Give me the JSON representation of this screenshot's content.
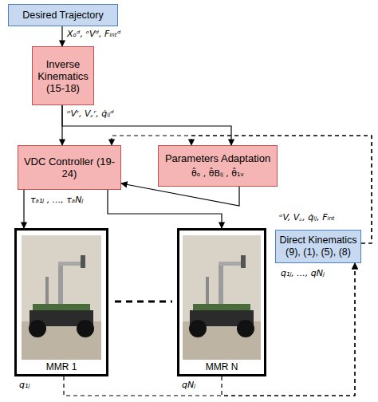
{
  "diagram": {
    "nodes": [
      {
        "text": [
          "Desired Trajectory"
        ]
      },
      {
        "text": [
          "Inverse Kinematics (15-18)"
        ]
      },
      {
        "text": [
          "VDC Controller (19-24)"
        ]
      },
      {
        "text": [
          "Parameters Adaptation",
          "θ̂ₒ , θ̂Bᵢⱼ , θ̂₁ᵥ"
        ]
      },
      {
        "text": [
          "Direct Kinematics (9), (1), (5), (8)"
        ]
      },
      {
        "text": [
          "MMR 1"
        ]
      },
      {
        "text": [
          "MMR N"
        ]
      }
    ],
    "edges": [
      {
        "from": 0,
        "to": 1,
        "arrow": "to"
      },
      {
        "from": 1,
        "to": 2,
        "arrow": "to"
      },
      {
        "from": 1,
        "to": 3,
        "arrow": "to"
      },
      {
        "from": 3,
        "to": 2,
        "arrow": "to"
      },
      {
        "from": 4,
        "to": 2,
        "arrow": "to"
      },
      {
        "from": 4,
        "to": 3,
        "arrow": "to"
      },
      {
        "from": 2,
        "to": 5,
        "arrow": "to"
      },
      {
        "from": 2,
        "to": 6,
        "arrow": "to"
      },
      {
        "from": 5,
        "to": 4,
        "arrow": "to"
      },
      {
        "from": 6,
        "to": 4,
        "arrow": "to"
      }
    ],
    "labels": [
      "Xₒᵈ, ᵒVᵈ, Fᵢₙₜᵈ",
      "ᵒVʳ, V꜀ʳ, q̇ᵢⱼᵈ",
      "τₐ₁ⱼ , ..., τₐNⱼ",
      "ᵒV, V꜀, q̇ᵢⱼ, Fᵢₙₜ",
      "q₁ⱼ, ..., qNⱼ",
      "q₁ⱼ",
      "qNⱼ"
    ]
  }
}
